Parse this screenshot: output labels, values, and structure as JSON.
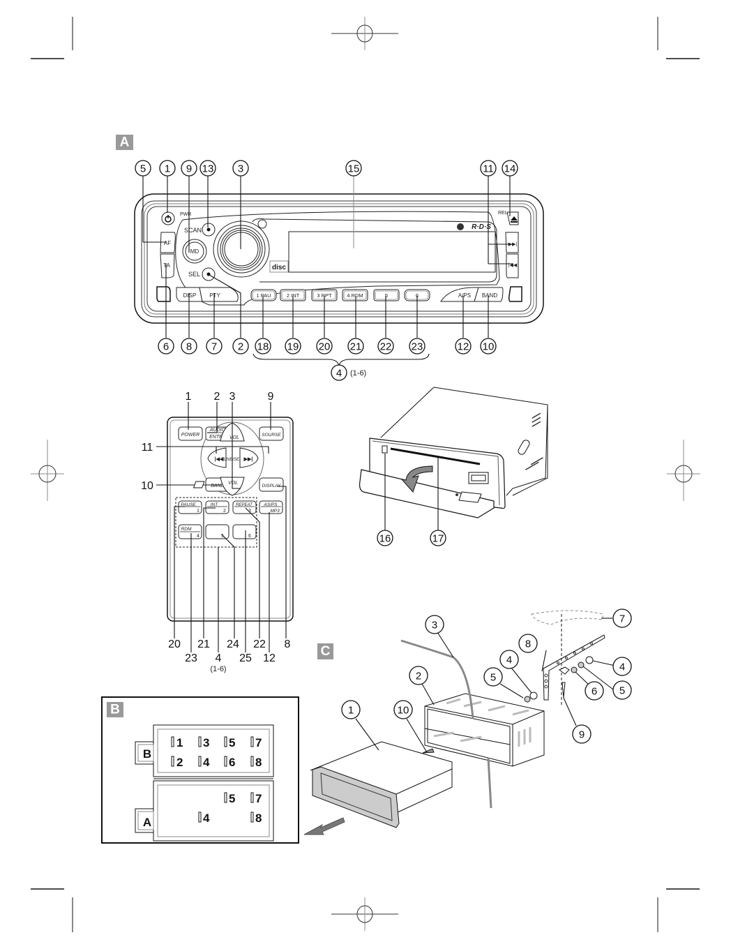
{
  "page": {
    "type": "car-radio-manual-illustration-page"
  },
  "sections": {
    "A": {
      "tag": "A"
    },
    "B": {
      "tag": "B"
    },
    "C": {
      "tag": "C"
    }
  },
  "head_unit": {
    "buttons": {
      "pwr": "PWR",
      "scan": "SCAN",
      "md": "MD",
      "sel": "SEL",
      "af": "AF",
      "ta": "TA",
      "disp": "DISP",
      "pty": "PTY",
      "preset1": "1 PAU",
      "preset2": "2 INT",
      "preset3": "3 RPT",
      "preset4": "4 RDM",
      "preset5": "5",
      "preset6": "6",
      "aps": "A/PS",
      "band": "BAND",
      "rel": "REL"
    },
    "logos": {
      "rds": "R·D·S",
      "disc": "disc"
    },
    "top_callouts": [
      "5",
      "1",
      "9",
      "13",
      "3",
      "15",
      "11",
      "14"
    ],
    "bottom_callouts": [
      "6",
      "8",
      "7",
      "2",
      "18",
      "19",
      "20",
      "21",
      "22",
      "23",
      "12",
      "10"
    ],
    "group_callout": {
      "number": "4",
      "range": "(1-6)"
    }
  },
  "remote": {
    "buttons": {
      "power": "POWER",
      "audio": "AUDIO",
      "enter": "ENTER",
      "vol_up": "VOL",
      "source": "SOURSE",
      "prev": "|◀◀",
      "tune_seek": "TUNE/SEEK",
      "next": "▶▶|",
      "band": "BAND",
      "vol_down": "VOL",
      "display": "DISPLAY",
      "pause": "PAUSE",
      "n1": "1",
      "int": "INT",
      "n2": "2",
      "repeat": "REPEAT",
      "n3": "3",
      "asps": "AS/PS",
      "mp3": "MP3",
      "rdm": "RDM",
      "n4": "4",
      "n5": "5",
      "n6": "6"
    },
    "top_labels": [
      "1",
      "2",
      "3",
      "9"
    ],
    "left_labels": [
      "11",
      "10"
    ],
    "bottom_row1": [
      "20",
      "21",
      "24",
      "22",
      "8"
    ],
    "bottom_row2": [
      "23",
      "4",
      "25",
      "12"
    ],
    "range_note": "(1-6)"
  },
  "cd_unit": {
    "callouts": [
      "16",
      "17"
    ]
  },
  "connector": {
    "block_B": {
      "label": "B",
      "pins": [
        "1",
        "2",
        "3",
        "4",
        "5",
        "6",
        "7",
        "8"
      ]
    },
    "block_A": {
      "label": "A",
      "pins": [
        "4",
        "5",
        "7",
        "8"
      ]
    }
  },
  "installation": {
    "callouts": [
      "1",
      "10",
      "2",
      "3",
      "5",
      "4",
      "8",
      "7",
      "4",
      "5",
      "6",
      "9"
    ]
  }
}
